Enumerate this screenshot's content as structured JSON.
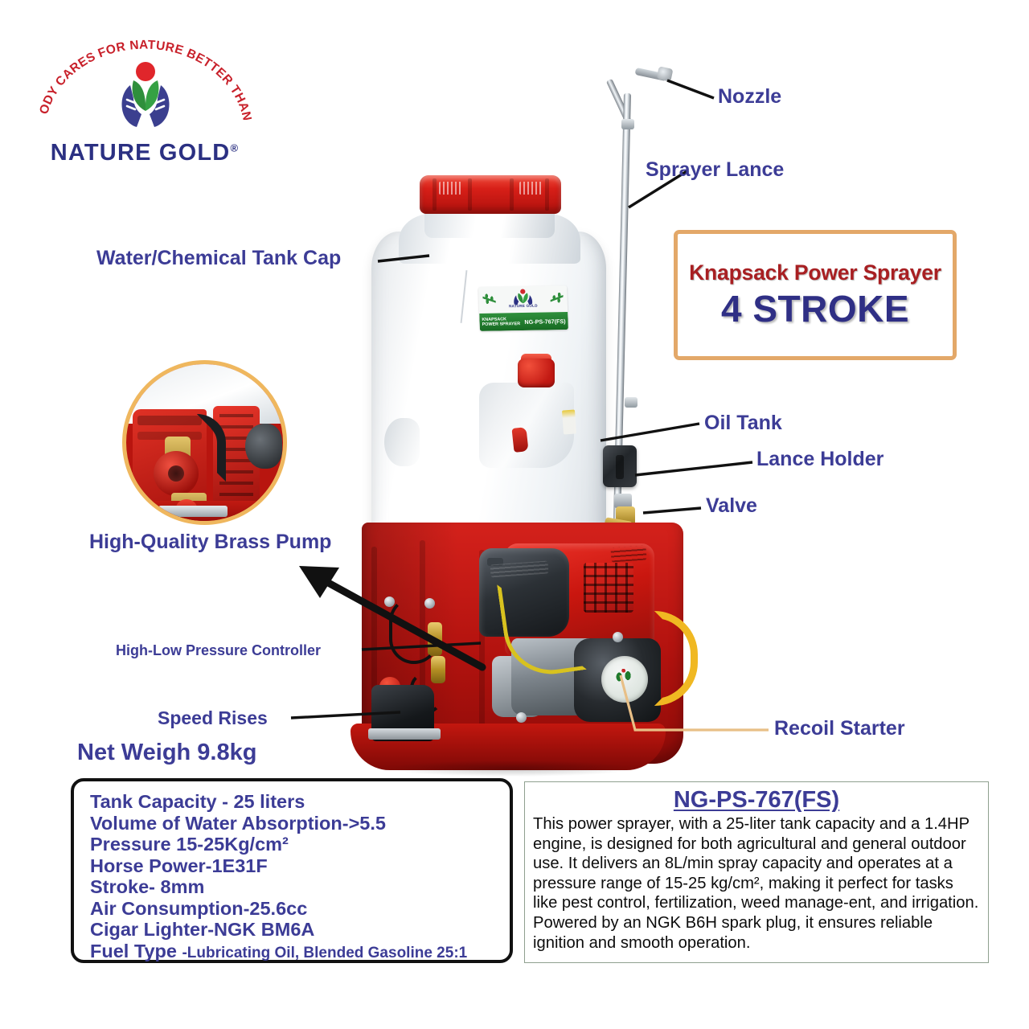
{
  "logo": {
    "tagline": "\"NOBODY CARES FOR NATURE BETTER THAN US\"",
    "brand": "NATURE GOLD",
    "registered": "®",
    "colors": {
      "tagline": "#c8202a",
      "brand": "#2b3082",
      "leaf": "#2f8f3c",
      "sun": "#e0262b",
      "hands": "#3b3f8f"
    }
  },
  "title_card": {
    "line1": "Knapsack Power Sprayer",
    "line2": "4 STROKE",
    "colors": {
      "line1": "#a81f22",
      "line2": "#2f2f85",
      "border": "#e3a869"
    }
  },
  "callouts": {
    "nozzle": "Nozzle",
    "sprayer_lance": "Sprayer Lance",
    "water_chemical_tank_cap": "Water/Chemical Tank Cap",
    "oil_tank": "Oil Tank",
    "lance_holder": "Lance Holder",
    "valve": "Valve",
    "brass_pump": "High-Quality Brass Pump",
    "pressure_controller": "High-Low Pressure Controller",
    "speed_rises": "Speed Rises",
    "recoil_starter": "Recoil Starter",
    "label_color": "#3c3c96"
  },
  "net_weight": "Net Weigh 9.8kg",
  "tank_sticker": {
    "brand": "NATURE GOLD",
    "line1": "KNAPSACK",
    "line2": "POWER SPRAYER",
    "model": "NG-PS-767(FS)",
    "band_color": "#22762c"
  },
  "specs": {
    "items": [
      "Tank Capacity - 25 liters",
      "Volume of Water Absorption->5.5",
      "Pressure 15-25Kg/cm²",
      "Horse Power-1E31F",
      "Stroke- 8mm",
      "Air Consumption-25.6cc",
      "Cigar Lighter-NGK BM6A"
    ],
    "fuel_label": "Fuel Type ",
    "fuel_value": "-Lubricating Oil, Blended Gasoline 25:1"
  },
  "description": {
    "title": "NG-PS-767(FS)",
    "body": "This power sprayer, with a 25-liter tank capacity and a 1.4HP engine, is designed for both agricultural and general outdoor use. It delivers an 8L/min spray capacity and operates at a pressure range of 15-25 kg/cm², making it perfect for tasks like pest control, fertilization, weed manage-ent, and irrigation. Powered by an NGK B6H spark plug, it ensures reliable ignition and smooth operation."
  }
}
